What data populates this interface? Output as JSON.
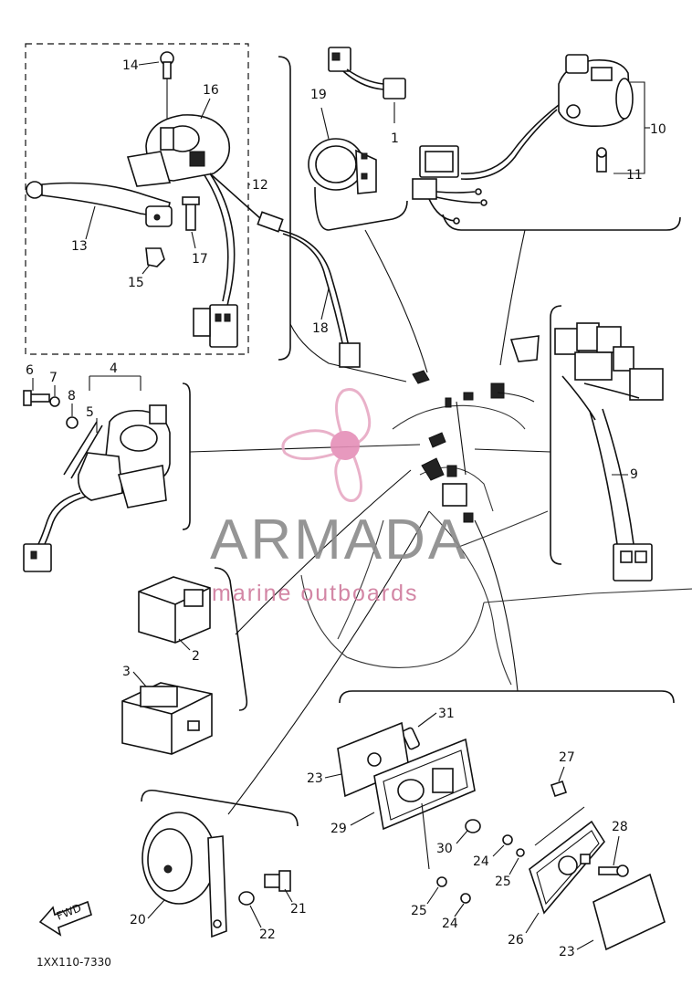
{
  "callouts": [
    {
      "id": "p1",
      "label": "1"
    },
    {
      "id": "p2",
      "label": "2"
    },
    {
      "id": "p3",
      "label": "3"
    },
    {
      "id": "p4",
      "label": "4"
    },
    {
      "id": "p5",
      "label": "5"
    },
    {
      "id": "p6",
      "label": "6"
    },
    {
      "id": "p7",
      "label": "7"
    },
    {
      "id": "p8",
      "label": "8"
    },
    {
      "id": "p9",
      "label": "9"
    },
    {
      "id": "p10",
      "label": "10"
    },
    {
      "id": "p11",
      "label": "11"
    },
    {
      "id": "p12",
      "label": "12"
    },
    {
      "id": "p13",
      "label": "13"
    },
    {
      "id": "p14",
      "label": "14"
    },
    {
      "id": "p15",
      "label": "15"
    },
    {
      "id": "p16",
      "label": "16"
    },
    {
      "id": "p17",
      "label": "17"
    },
    {
      "id": "p18",
      "label": "18"
    },
    {
      "id": "p19",
      "label": "19"
    },
    {
      "id": "p20",
      "label": "20"
    },
    {
      "id": "p21",
      "label": "21"
    },
    {
      "id": "p22",
      "label": "22"
    },
    {
      "id": "p23a",
      "label": "23"
    },
    {
      "id": "p23b",
      "label": "23"
    },
    {
      "id": "p24a",
      "label": "24"
    },
    {
      "id": "p24b",
      "label": "24"
    },
    {
      "id": "p25a",
      "label": "25"
    },
    {
      "id": "p25b",
      "label": "25"
    },
    {
      "id": "p26",
      "label": "26"
    },
    {
      "id": "p27",
      "label": "27"
    },
    {
      "id": "p28",
      "label": "28"
    },
    {
      "id": "p29",
      "label": "29"
    },
    {
      "id": "p30",
      "label": "30"
    },
    {
      "id": "p31",
      "label": "31"
    }
  ],
  "fwd_label": "FWD",
  "diagram_code": "1XX110-7330",
  "watermark": {
    "brand": "ARMADA",
    "tagline": "marine outboards",
    "logo_color": "#e7a9c4",
    "logo_center_color": "#e58fb8"
  }
}
